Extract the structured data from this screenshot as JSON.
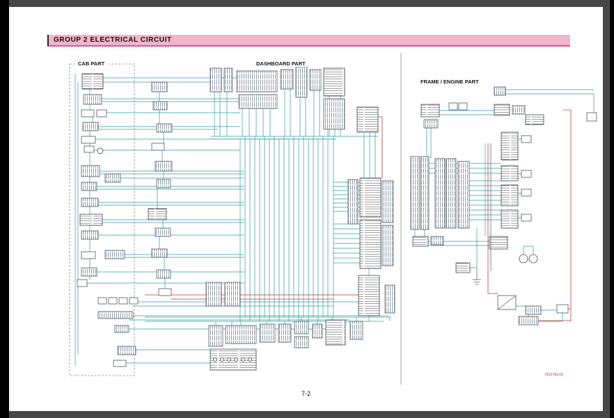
{
  "header": {
    "title": "GROUP 2  ELECTRICAL CIRCUIT"
  },
  "sections": {
    "cab": "CAB PART",
    "dashboard": "DASHBOARD PART",
    "frame_engine": "FRAME / ENGINE PART"
  },
  "footer": {
    "page_number": "7-2",
    "diagram_code": "2G27EL02"
  },
  "colors": {
    "wire_teal": "#2c9ea0",
    "wire_red": "#c03a34",
    "header_pink": "#f3b3cb",
    "header_line": "#d9568f",
    "frame_bg": "#474747"
  }
}
